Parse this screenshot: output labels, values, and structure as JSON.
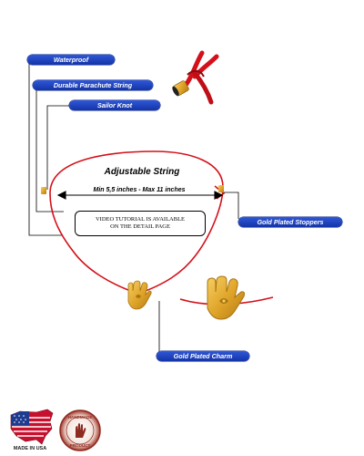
{
  "callouts": {
    "waterproof": "Waterproof",
    "durable_string": "Durable Parachute String",
    "sailor_knot": "Sailor Knot",
    "gold_stoppers": "Gold Plated Stoppers",
    "gold_charm": "Gold Plated Charm"
  },
  "labels": {
    "adjustable": "Adjustable String",
    "measurement": "Min 5,5 inches - Max 11 inches",
    "video_line1": "VIDEO TUTORIAL IS AVAILABLE",
    "video_line2": "ON THE DETAIL PAGE"
  },
  "badges": {
    "made_in": "MADE IN USA",
    "handmade_top": "HANDMADE",
    "handmade_bottom": "PRODUCT"
  },
  "colors": {
    "string_red": "#d4101a",
    "callout_blue": "#1b3db5",
    "gold": "#e0a52a"
  },
  "icons": [
    "usa-map-icon",
    "handmade-seal-icon",
    "hamsa-charm-icon",
    "knot-closeup-icon"
  ]
}
